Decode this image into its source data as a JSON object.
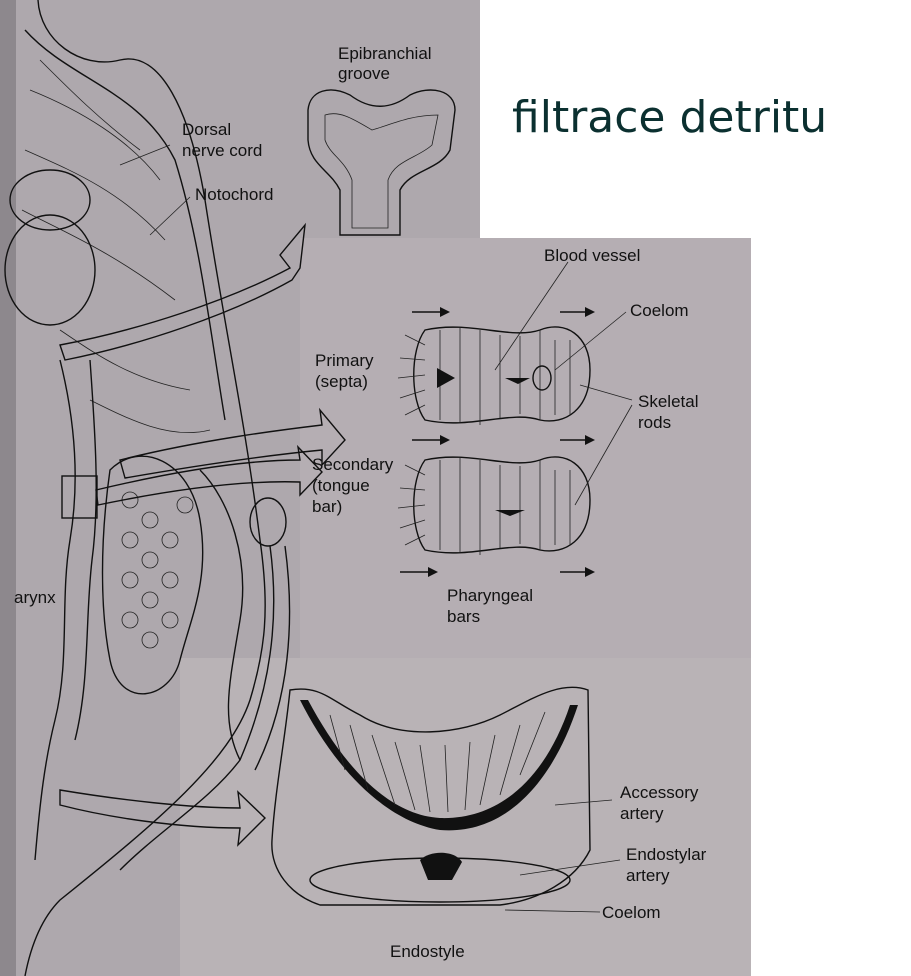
{
  "slide_title": "filtrace detritu",
  "labels": {
    "epibranchial": "Epibranchial",
    "groove": "groove",
    "dorsal": "Dorsal",
    "nerve_cord": "nerve cord",
    "notochord": "Notochord",
    "blood_vessel": "Blood vessel",
    "coelom_top": "Coelom",
    "primary": "Primary",
    "septa": "(septa)",
    "skeletal": "Skeletal",
    "rods": "rods",
    "secondary": "Secondary",
    "tongue": "(tongue",
    "bar": "bar)",
    "pharynx": "arynx",
    "pharyngeal": "Pharyngeal",
    "bars": "bars",
    "accessory": "Accessory",
    "artery1": "artery",
    "endostylar": "Endostylar",
    "artery2": "artery",
    "coelom_bottom": "Coelom",
    "endostyle": "Endostyle"
  },
  "colors": {
    "paper": "#b3adb2",
    "ink": "#111111",
    "title": "#0b3030"
  }
}
